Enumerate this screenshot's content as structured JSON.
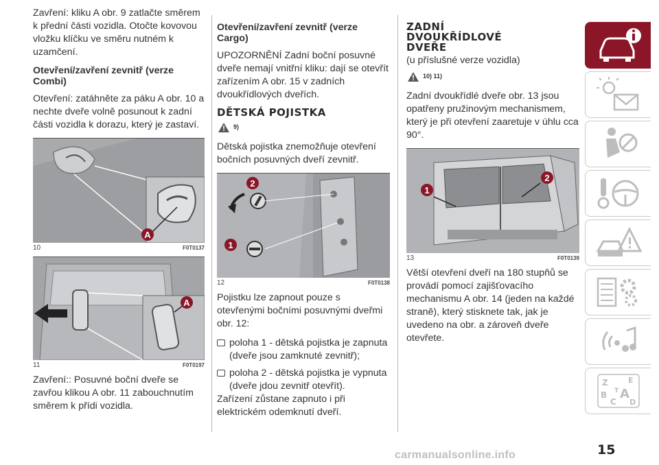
{
  "col1": {
    "p1": "Zavření: kliku A obr. 9 zatlačte směrem k přední části vozidla. Otočte kovovou vložku klíčku ve směru nutném k uzamčení.",
    "h1": "Otevření/zavření zevnitř (verze Combi)",
    "p2": "Otevření: zatáhněte za páku A obr. 10 a nechte dveře volně posunout k zadní části vozidla k dorazu, který je zastaví.",
    "fig10": {
      "num": "10",
      "code": "F0T0137",
      "label_a": "A"
    },
    "fig11": {
      "num": "11",
      "code": "F0T0197",
      "label_a": "A"
    },
    "p3": "Zavření:: Posuvné boční dveře se zavřou klikou A obr. 11 zabouchnutím směrem k přídi vozidla."
  },
  "col2": {
    "h1": "Otevření/zavření zevnitř (verze Cargo)",
    "p1": "UPOZORNĚNÍ Zadní boční posuvné dveře nemají vnitřní kliku: dají se otevřít zařízením A obr. 15 v zadních dvoukřídlových dveřích.",
    "h2": "DĚTSKÁ POJISTKA",
    "warn": "9)",
    "p2": "Dětská pojistka znemožňuje otevření bočních posuvných dveří zevnitř.",
    "fig12": {
      "num": "12",
      "code": "F0T0138",
      "label1": "1",
      "label2": "2"
    },
    "p3": "Pojistku lze zapnout pouze s otevřenými bočními posuvnými dveřmi obr. 12:",
    "b1": "poloha 1 - dětská pojistka je zapnuta (dveře jsou zamknuté zevnitř);",
    "b2": "poloha 2 - dětská pojistka je vypnuta (dveře jdou zevnitř otevřít).",
    "p4": "Zařízení zůstane zapnuto i při elektrickém odemknutí dveří."
  },
  "col3": {
    "h1": "ZADNÍ DVOUKŘÍDLOVÉ DVEŘE",
    "sub": "(u příslušné verze vozidla)",
    "warn": "10) 11)",
    "p1": "Zadní dvoukřídlé dveře obr. 13 jsou opatřeny pružinovým mechanismem, který je při otevření zaaretuje v úhlu cca 90°.",
    "fig13": {
      "num": "13",
      "code": "F0T0139",
      "label1": "1",
      "label2": "2"
    },
    "p2": "Větší otevření dveří na 180 stupňů se provádí pomocí zajišťovacího mechanismu A obr. 14 (jeden na každé straně), který stisknete tak, jak je uvedeno na obr. a zároveň dveře otevřete."
  },
  "sidebar": {
    "tabs": [
      "car-info-icon",
      "warning-lights-icon",
      "seat-airbag-icon",
      "key-steering-icon",
      "accident-icon",
      "service-gears-icon",
      "multimedia-icon",
      "index-icon"
    ],
    "active_color": "#8a1628",
    "index_letters": [
      "Z",
      "E",
      "B",
      "A",
      "C",
      "T",
      "D"
    ]
  },
  "page_number": "15",
  "watermark": "carmanualsonline.info"
}
